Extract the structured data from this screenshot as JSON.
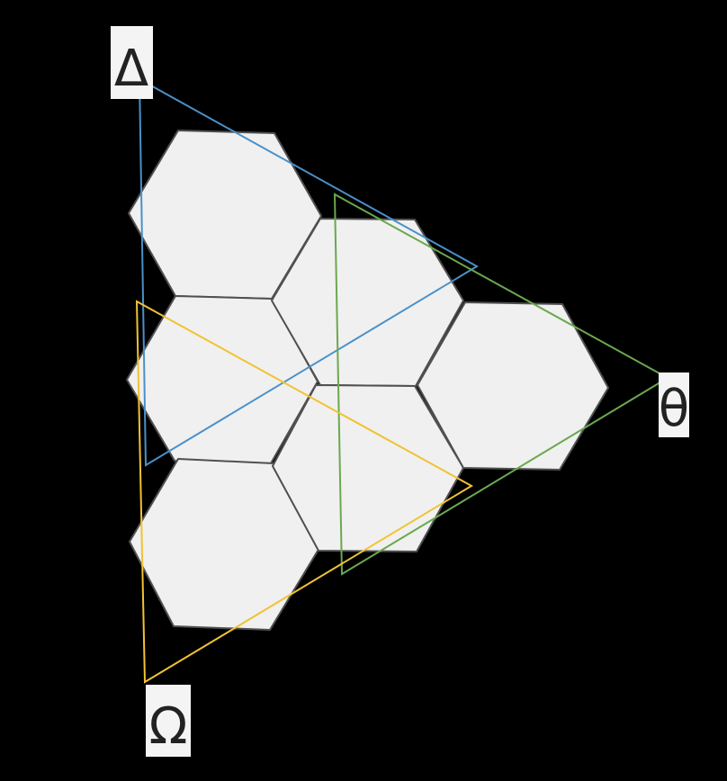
{
  "labels": {
    "delta": "Δ",
    "theta": "θ",
    "omega": "Ω"
  },
  "colors": {
    "background": "#000000",
    "hex_fill": "#f0f0f0",
    "hex_stroke": "#505050",
    "triangle_delta": "#4a90c8",
    "triangle_theta": "#6aa84f",
    "triangle_omega": "#f1c232",
    "label_background": "#f4f4f4"
  }
}
